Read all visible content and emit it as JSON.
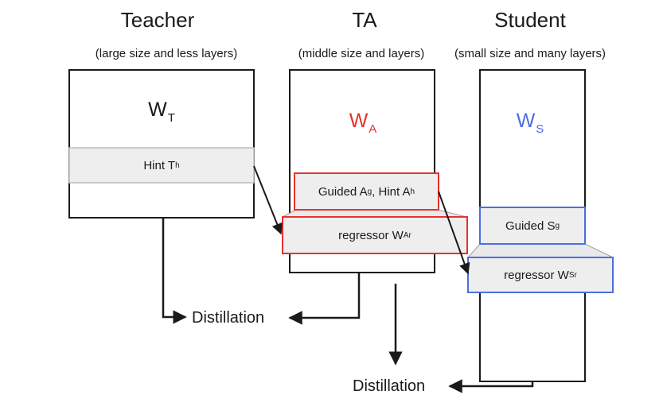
{
  "headers": {
    "teacher": "Teacher",
    "ta": "TA",
    "student": "Student"
  },
  "subtitles": {
    "teacher": "(large size and less layers)",
    "ta": "(middle size and layers)",
    "student": "(small size and many layers)"
  },
  "weights": {
    "teacher": {
      "base": "W",
      "sub": "T"
    },
    "ta": {
      "base": "W",
      "sub": "A"
    },
    "student": {
      "base": "W",
      "sub": "S"
    }
  },
  "blocks": {
    "teacher_hint": {
      "base": "Hint T",
      "sub": "h"
    },
    "ta_guided": {
      "base1": "Guided A",
      "sub1": "g",
      "mid": " , Hint A",
      "sub2": "h"
    },
    "ta_regressor": {
      "base": "regressor W",
      "sub": "Ar"
    },
    "student_guided": {
      "base": "Guided S",
      "sub": "g"
    },
    "student_regressor": {
      "base": "regressor W",
      "sub": "Sr"
    }
  },
  "outputs": {
    "distillation_1": "Distillation",
    "distillation_2": "Distillation"
  },
  "colors": {
    "ta": "#e8312f",
    "student": "#4b6fe0",
    "block_fill": "#eeeeee",
    "stroke": "#1a1a1a"
  }
}
